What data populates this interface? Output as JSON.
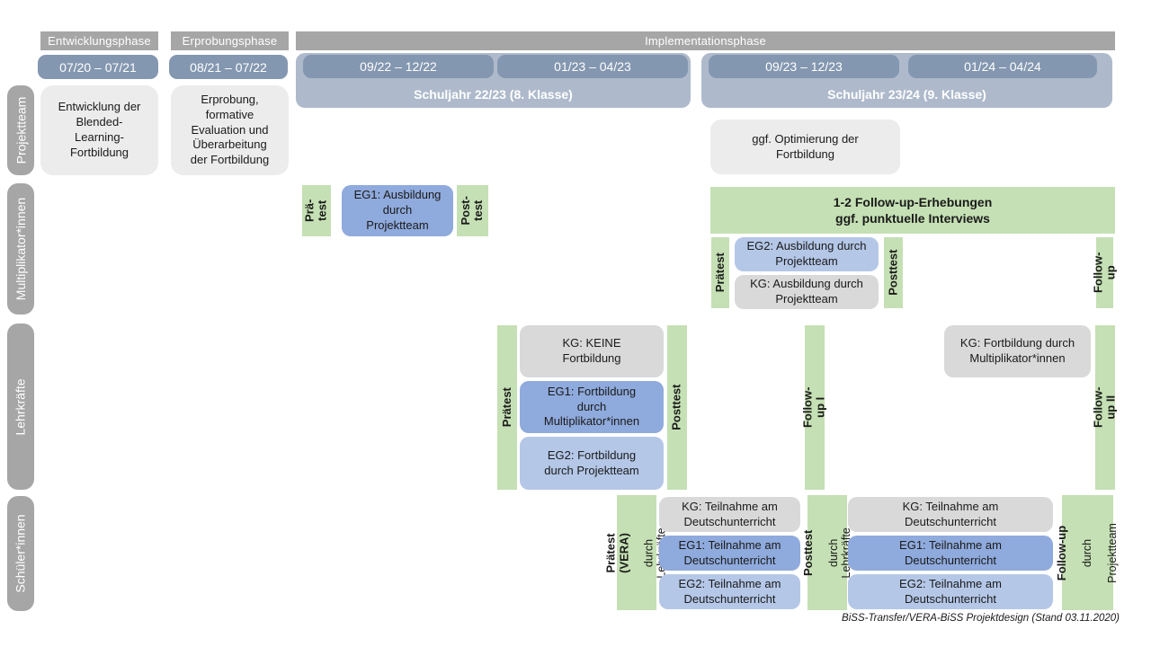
{
  "colors": {
    "gray_bar": "#A6A6A6",
    "blue_steel": "#8497B0",
    "blue_pale": "#AEBACB",
    "blue_med": "#8FAADC",
    "blue_light": "#B4C7E7",
    "green": "#C5E0B4",
    "gray_light": "#ECECEC",
    "gray_med": "#D9D9D9"
  },
  "header": {
    "phases": [
      "Entwicklungsphase",
      "Erprobungsphase",
      "Implementationsphase"
    ],
    "dates": [
      "07/20 – 07/21",
      "08/21 – 07/22",
      "09/22 – 12/22",
      "01/23 – 04/23",
      "09/23 – 12/23",
      "01/24 – 04/24"
    ],
    "school_years": [
      "Schuljahr 22/23 (8. Klasse)",
      "Schuljahr 23/24 (9. Klasse)"
    ]
  },
  "rows": {
    "projektteam": {
      "label": "Projektteam",
      "entwicklung": "Entwicklung der\nBlended-\nLearning-\nFortbildung",
      "erprobung": "Erprobung,\nformative\nEvaluation und\nÜberarbeitung\nder Fortbildung",
      "optimierung": "ggf. Optimierung der\nFortbildung"
    },
    "multiplikatoren": {
      "label": "Multiplikator*innen",
      "praetest_small": "Prä-\ntest",
      "eg1": "EG1: Ausbildung\ndurch\nProjektteam",
      "posttest_small": "Post-\ntest",
      "followup_box": "1-2 Follow-up-Erhebungen\nggf. punktuelle Interviews",
      "praetest": "Prätest",
      "eg2": "EG2: Ausbildung durch\nProjektteam",
      "kg": "KG: Ausbildung durch\nProjektteam",
      "posttest": "Posttest",
      "followup": "Follow-up"
    },
    "lehrkraefte": {
      "label": "Lehrkräfte",
      "praetest": "Prätest",
      "kg": "KG: KEINE\nFortbildung",
      "eg1": "EG1: Fortbildung\ndurch\nMultiplikator*innen",
      "eg2": "EG2: Fortbildung\ndurch Projektteam",
      "posttest": "Posttest",
      "followup1": "Follow-up I",
      "kg2": "KG: Fortbildung durch\nMultiplikator*innen",
      "followup2": "Follow-up II"
    },
    "schueler": {
      "label": "Schüler*innen",
      "praetest_line1": "Prätest (VERA)",
      "praetest_line2": "durch Lehrkräfte",
      "kg": "KG: Teilnahme am\nDeutschunterricht",
      "eg1": "EG1: Teilnahme am\nDeutschunterricht",
      "eg2": "EG2: Teilnahme am\nDeutschunterricht",
      "posttest_line1": "Posttest",
      "posttest_line2": "durch Lehrkräfte",
      "kg2": "KG: Teilnahme am\nDeutschunterricht",
      "eg1_2": "EG1: Teilnahme am\nDeutschunterricht",
      "eg2_2": "EG2: Teilnahme am\nDeutschunterricht",
      "followup_line1": "Follow-up",
      "followup_line2": "durch",
      "followup_line3": "Projektteam"
    }
  },
  "caption": "BiSS-Transfer/VERA-BiSS Projektdesign (Stand 03.11.2020)"
}
